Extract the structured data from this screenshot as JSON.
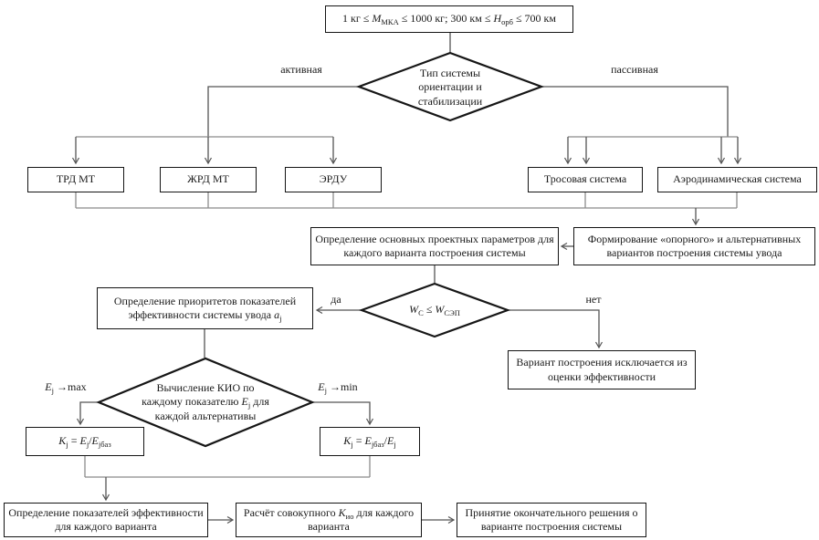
{
  "diagram": {
    "background": "#ffffff",
    "connector_color": "#555555",
    "light_connector_color": "#8b8b8b",
    "border_color": "#141414"
  },
  "nodes": {
    "constraint": {
      "t1": "1 кг ≤ ",
      "v1": "M",
      "s1": "МКА",
      "t2": " ≤ 1000 кг; 300 км ≤ ",
      "v2": "H",
      "s2": "орб",
      "t3": " ≤ 700 км"
    },
    "orientation_decision": "Тип системы ориентации и стабилизации",
    "trd": "ТРД МТ",
    "zhrd": "ЖРД МТ",
    "erdu": "ЭРДУ",
    "tether": "Тросовая система",
    "aero": "Аэродинамическая система",
    "params": "Определение основных проектных параметров для каждого варианта построения системы",
    "forming": "Формирование «опорного» и альтернативных вариантов построения системы увода",
    "priorities": {
      "t1": "Определение приоритетов показателей эффективности системы увода ",
      "v": "a",
      "s": "j"
    },
    "w_decision": {
      "v1": "W",
      "s1": "С",
      "t1": " ≤ ",
      "v2": "W",
      "s2": "СЭП"
    },
    "excluded": "Вариант построения исключается из оценки эффективности",
    "kio_decision": {
      "t1": "Вычисление КИО по каждому показателю ",
      "v": "E",
      "s": "j",
      "t2": " для каждой альтернативы"
    },
    "k_max": {
      "v1": "K",
      "s1": "j",
      "t1": " = ",
      "v2": "E",
      "s2": "j",
      "t2": "/",
      "v3": "E",
      "s3": "jбаз"
    },
    "k_min": {
      "v1": "K",
      "s1": "j",
      "t1": " = ",
      "v2": "E",
      "s2": "jбаз",
      "t2": "/",
      "v3": "E",
      "s3": "j"
    },
    "indicators": "Определение показателей эффективности для каждого варианта",
    "calc": {
      "t1": "Расчёт совокупного ",
      "v": "K",
      "s": "ио",
      "t2": " для каждого варианта"
    },
    "final": "Принятие окончательного решения о варианте построения системы"
  },
  "edges": {
    "active": "активная",
    "passive": "пассивная",
    "yes": "да",
    "no": "нет",
    "max": {
      "v": "E",
      "s": "j",
      "t": " →max"
    },
    "min": {
      "v": "E",
      "s": "j",
      "t": " →min"
    }
  }
}
